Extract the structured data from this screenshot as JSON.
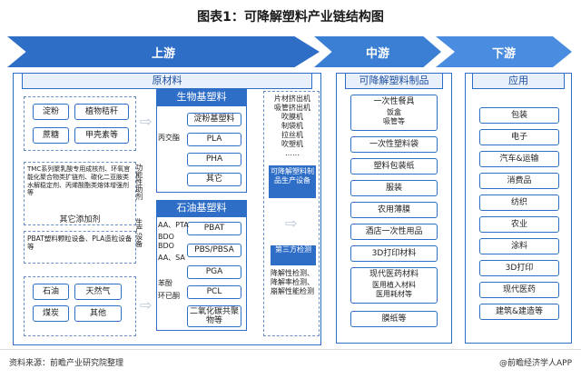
{
  "title": "图表1：可降解塑料产业链结构图",
  "stages": {
    "upstream": "上游",
    "midstream": "中游",
    "downstream": "下游"
  },
  "upstream": {
    "header": "原材料",
    "raw_boxes": [
      "淀粉",
      "植物秸秆",
      "蔗糖",
      "甲壳素等"
    ],
    "additive_text": "TMC系列聚乳酸专用成核剂、环氧官能化聚合物类扩链剂、碳化二亚胺类水解稳定剂、丙烯酸酯类熔体增强剂等",
    "additive_label": "其它添加剂",
    "functional_label": "功能性助剂",
    "equipment_text": "PBAT塑料颗粒设备、PLA造粒设备等",
    "production_label": "生产设备",
    "fossil_boxes": [
      "石油",
      "天然气",
      "煤炭",
      "其他"
    ],
    "bio_header": "生物基塑料",
    "bio_items": [
      "淀粉基塑料",
      "PLA",
      "PHA",
      "其它"
    ],
    "bio_side": [
      "丙交酯"
    ],
    "petro_header": "石油基塑料",
    "petro_items": [
      "PBAT",
      "PBS/PBSA",
      "PGA",
      "PCL",
      "二氧化碳共聚物等"
    ],
    "petro_side": [
      "AA、PTA",
      "BDO",
      "BDO",
      "AA、SA",
      "苯酚",
      "环已酮"
    ]
  },
  "midstream": {
    "header": "可降解塑料制品",
    "equipment_list": [
      "片材挤出机",
      "吸管挤出机",
      "吹膜机",
      "制袋机",
      "拉丝机",
      "吹塑机",
      "……"
    ],
    "equipment_label": "可降解塑料制品生产设备",
    "testing_label": "第三方检测",
    "testing_list": [
      "降解性检测、",
      "降解率检测、",
      "崩解性能检测"
    ],
    "products": [
      "一次性餐具",
      "饭盒",
      "吸管等",
      "一次性塑料袋",
      "塑料包装纸",
      "服装",
      "农用薄膜",
      "酒店一次性用品",
      "3D打印材料",
      "现代医药材料",
      "医用植入材料",
      "医用耗材等",
      "膜纸等"
    ]
  },
  "downstream": {
    "header": "应用",
    "items": [
      "包装",
      "电子",
      "汽车&运输",
      "消费品",
      "纺织",
      "农业",
      "涂料",
      "3D打印",
      "现代医药",
      "建筑&建造等"
    ]
  },
  "footer": {
    "source": "资料来源：前瞻产业研究院整理",
    "brand": "@前瞻经济学人APP"
  }
}
